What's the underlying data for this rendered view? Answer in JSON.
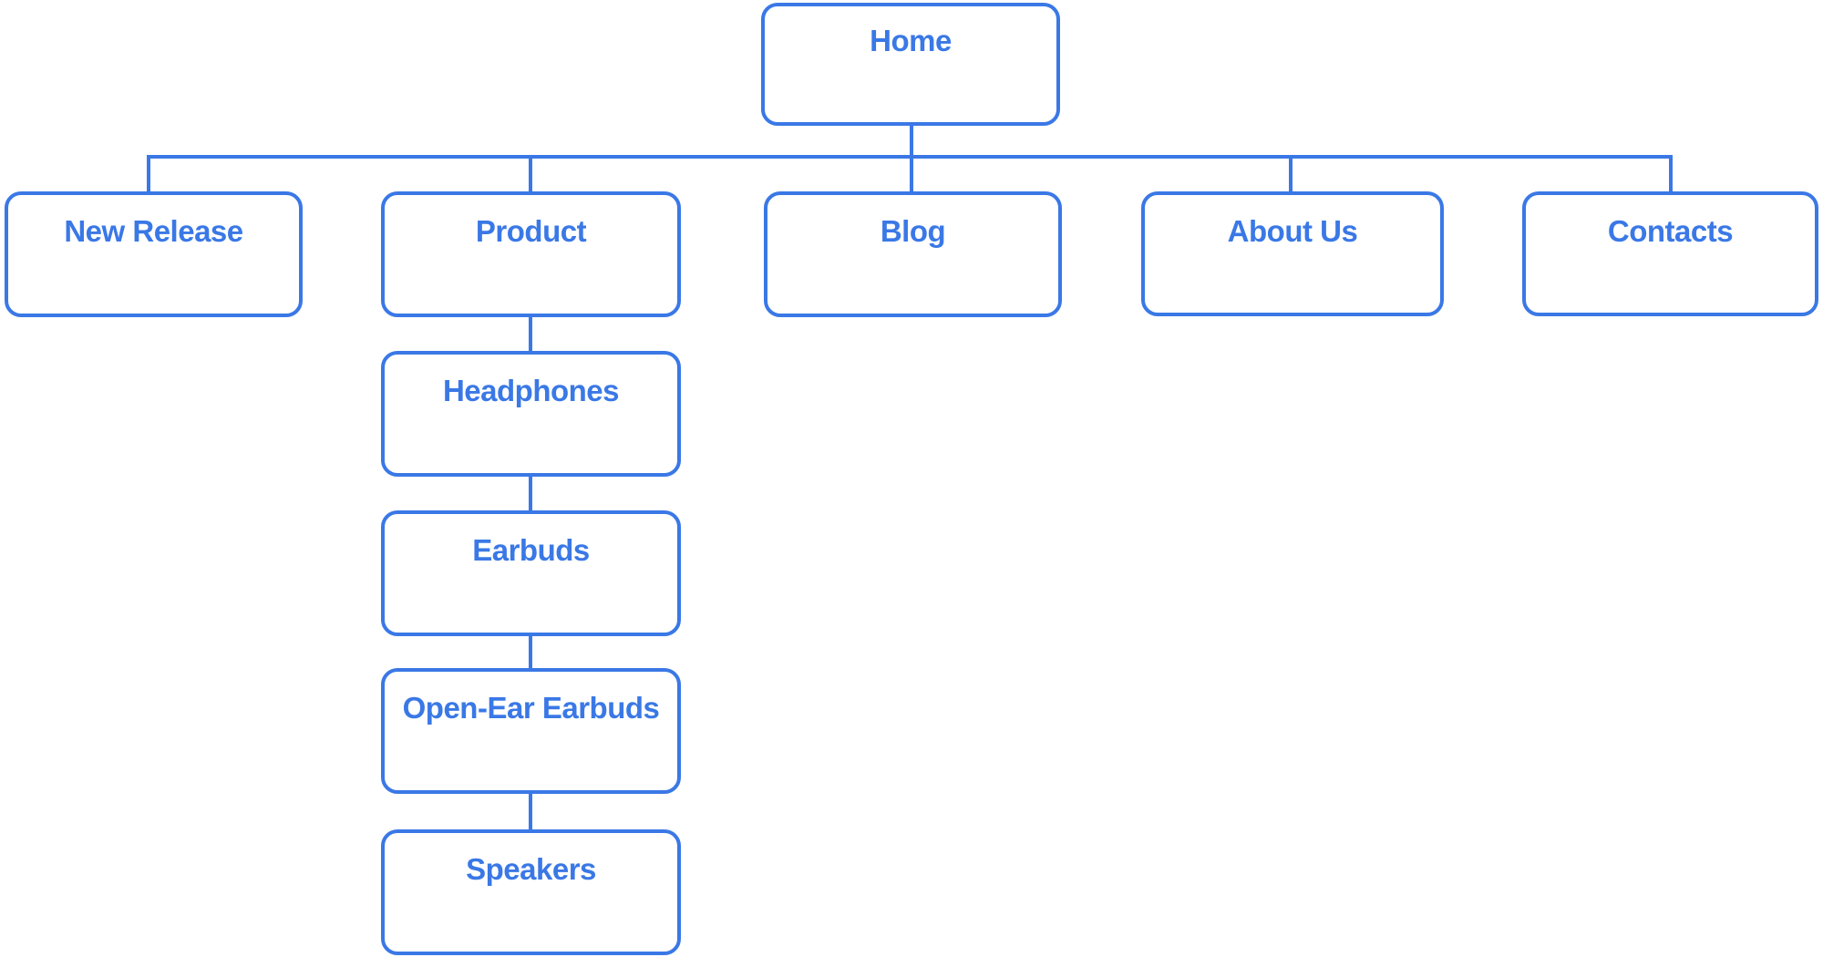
{
  "diagram": {
    "type": "sitemap-tree",
    "accent_color": "#3A78E6",
    "background_color": "#FFFFFF",
    "nodes": {
      "home": {
        "label": "Home"
      },
      "new_release": {
        "label": "New Release"
      },
      "product": {
        "label": "Product"
      },
      "blog": {
        "label": "Blog"
      },
      "about_us": {
        "label": "About Us"
      },
      "contacts": {
        "label": "Contacts"
      },
      "headphones": {
        "label": "Headphones"
      },
      "earbuds": {
        "label": "Earbuds"
      },
      "open_ear_earbuds": {
        "label": "Open-Ear Earbuds"
      },
      "speakers": {
        "label": "Speakers"
      }
    },
    "hierarchy": [
      {
        "parent": "Home",
        "children": [
          "New Release",
          "Product",
          "Blog",
          "About Us",
          "Contacts"
        ]
      },
      {
        "parent": "Product",
        "children": [
          "Headphones",
          "Earbuds",
          "Open-Ear Earbuds",
          "Speakers"
        ]
      }
    ]
  }
}
